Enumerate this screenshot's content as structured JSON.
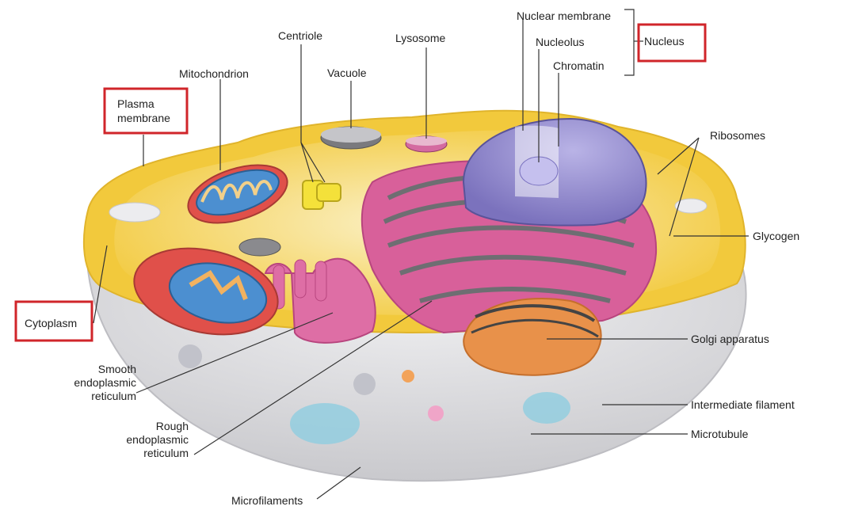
{
  "labels": {
    "nuclear_membrane": "Nuclear membrane",
    "nucleolus": "Nucleolus",
    "chromatin": "Chromatin",
    "nucleus": "Nucleus",
    "centriole": "Centriole",
    "lysosome": "Lysosome",
    "mitochondrion": "Mitochondrion",
    "vacuole": "Vacuole",
    "plasma_membrane": [
      "Plasma",
      "membrane"
    ],
    "ribosomes": "Ribosomes",
    "glycogen": "Glycogen",
    "cytoplasm": "Cytoplasm",
    "golgi_apparatus": "Golgi apparatus",
    "smooth_er": [
      "Smooth",
      "endoplasmic",
      "reticulum"
    ],
    "rough_er": [
      "Rough",
      "endoplasmic",
      "reticulum"
    ],
    "intermediate_filament": "Intermediate filament",
    "microtubule": "Microtubule",
    "microfilaments": "Microfilaments"
  },
  "colors": {
    "highlight_box": "#d0252a",
    "cytoplasm_fill": "#f3d54a",
    "cell_body": "#d9d9dc",
    "er": "#d8609a",
    "nucleus": "#8f87c9",
    "mitochondrion": "#e0504a",
    "golgi": "#e8914a"
  }
}
